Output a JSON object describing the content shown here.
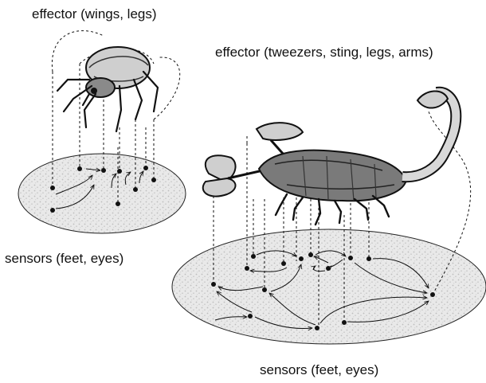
{
  "labels": {
    "beetle_effector": "effector (wings, legs)",
    "beetle_sensors": "sensors (feet, eyes)",
    "scorpion_effector": "effector (tweezers, sting, legs, arms)",
    "scorpion_sensors": "sensors (feet, eyes)"
  },
  "colors": {
    "ink": "#111111",
    "disc_fill": "#e6e6e6",
    "speckle": "#b8b8b8",
    "body_shade": "#6a6a6a",
    "body_light": "#d0d0d0"
  },
  "icons": [
    "beetle-illustration",
    "scorpion-illustration"
  ]
}
